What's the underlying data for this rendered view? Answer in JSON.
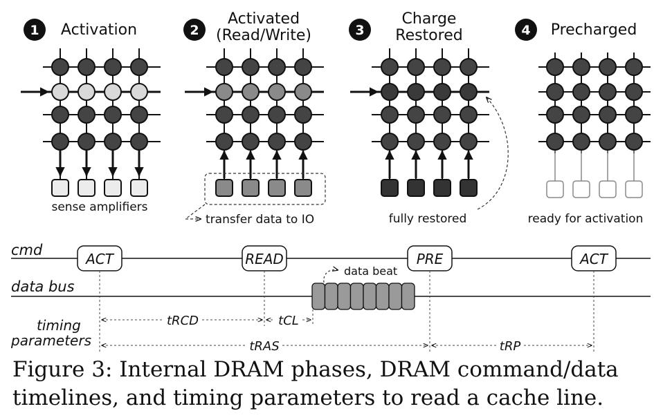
{
  "phases": [
    {
      "num": "1",
      "title_lines": [
        "Activation"
      ],
      "caption": "sense amplifiers"
    },
    {
      "num": "2",
      "title_lines": [
        "Activated",
        "(Read/Write)"
      ],
      "caption": "transfer data to IO"
    },
    {
      "num": "3",
      "title_lines": [
        "Charge",
        "Restored"
      ],
      "caption": "fully restored"
    },
    {
      "num": "4",
      "title_lines": [
        "Precharged"
      ],
      "caption": "ready for activation"
    }
  ],
  "timeline": {
    "cmd_label": "cmd",
    "data_bus_label": "data bus",
    "timing_label_lines": [
      "timing",
      "parameters"
    ],
    "commands": [
      "ACT",
      "READ",
      "PRE",
      "ACT"
    ],
    "data_beat_label": "data beat",
    "data_beats": 8,
    "params": [
      "tRCD",
      "tCL",
      "tRAS",
      "tRP"
    ]
  },
  "caption": "Figure 3: Internal DRAM phases, DRAM command/data timelines, and timing parameters to read a cache line."
}
